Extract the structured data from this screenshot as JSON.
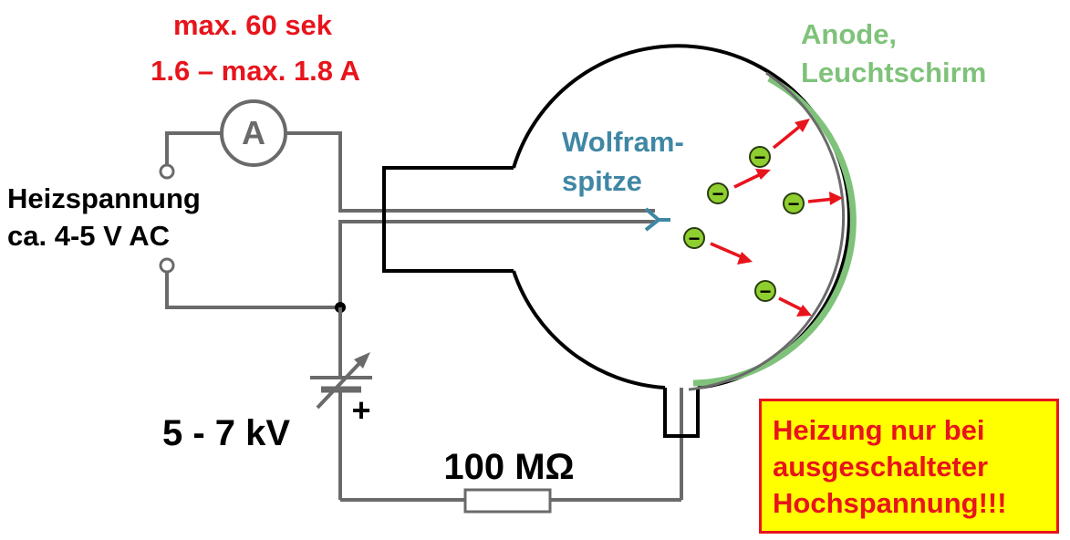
{
  "heating": {
    "time_limit": "max. 60 sek",
    "current_range": "1.6 – max. 1.8 A",
    "ammeter_symbol": "A",
    "voltage_label_line1": "Heizspannung",
    "voltage_label_line2": "ca. 4-5 V AC"
  },
  "high_voltage": {
    "range": "5 - 7 kV",
    "polarity": "+"
  },
  "resistor": {
    "value": "100 MΩ"
  },
  "tube": {
    "cathode_line1": "Wolfram-",
    "cathode_line2": "spitze",
    "anode_line1": "Anode,",
    "anode_line2": "Leuchtschirm",
    "electron_symbol": "−"
  },
  "warning": {
    "line1": "Heizung nur bei",
    "line2": "ausgeschalteter",
    "line3": "Hochspannung!!!"
  },
  "colors": {
    "warning_text": "#e8141c",
    "warning_bg": "#ffff00",
    "cathode_label": "#3f87a4",
    "anode_label": "#7fc27a",
    "electron": "#8ecf2f",
    "electron_arrows": "#e8141c"
  }
}
